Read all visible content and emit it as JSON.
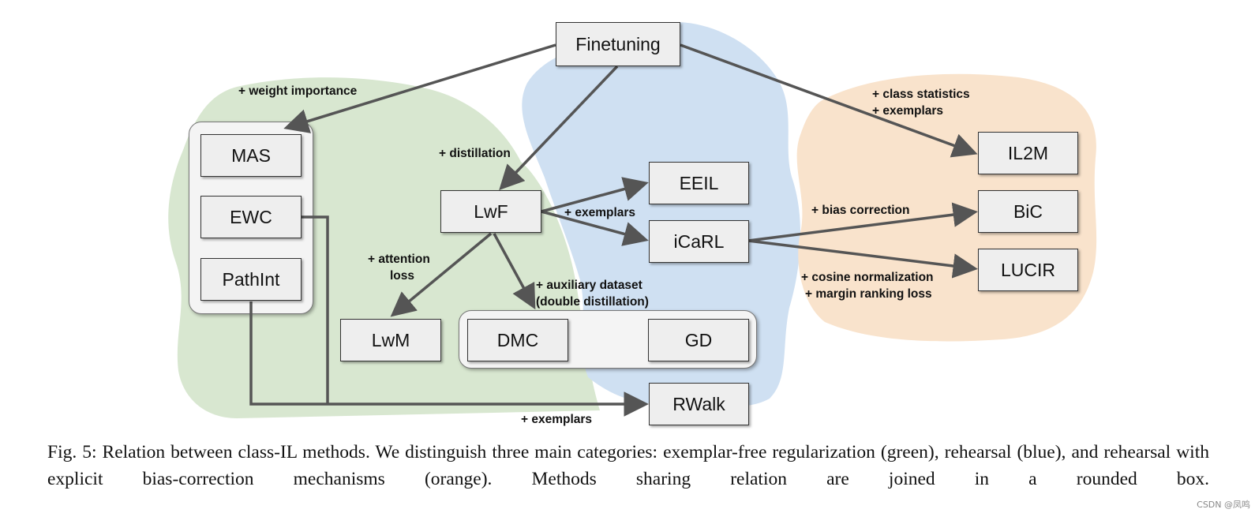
{
  "colors": {
    "regularization_region": "#d8e7d0",
    "rehearsal_region": "#cfe0f2",
    "bias_correction_region": "#f9e3cc",
    "node_fill": "#eeeeee",
    "arrow": "#555555"
  },
  "nodes": {
    "finetuning": "Finetuning",
    "mas": "MAS",
    "ewc": "EWC",
    "pathint": "PathInt",
    "lwf": "LwF",
    "eeil": "EEIL",
    "icarl": "iCaRL",
    "lwm": "LwM",
    "dmc": "DMC",
    "gd": "GD",
    "rwalk": "RWalk",
    "il2m": "IL2M",
    "bic": "BiC",
    "lucir": "LUCIR"
  },
  "edge_labels": {
    "weight_importance": "+ weight importance",
    "distillation": "+ distillation",
    "class_statistics": "+ class statistics",
    "exemplars_il2m": "+ exemplars",
    "exemplars_lwf": "+ exemplars",
    "bias_correction": "+ bias correction",
    "attention": "+ attention",
    "loss": "loss",
    "auxiliary_dataset": "+ auxiliary dataset",
    "double_distillation": "(double distillation)",
    "cosine_normalization": "+ cosine normalization",
    "margin_ranking_loss": "+ margin ranking loss",
    "exemplars_rwalk": "+ exemplars"
  },
  "caption": "Fig. 5: Relation between class-IL methods. We distinguish three main categories: exemplar-free regularization (green), rehearsal (blue), and rehearsal with explicit bias-correction mechanisms (orange). Methods sharing relation are joined in a rounded box.",
  "watermark": "CSDN @凤鸣"
}
